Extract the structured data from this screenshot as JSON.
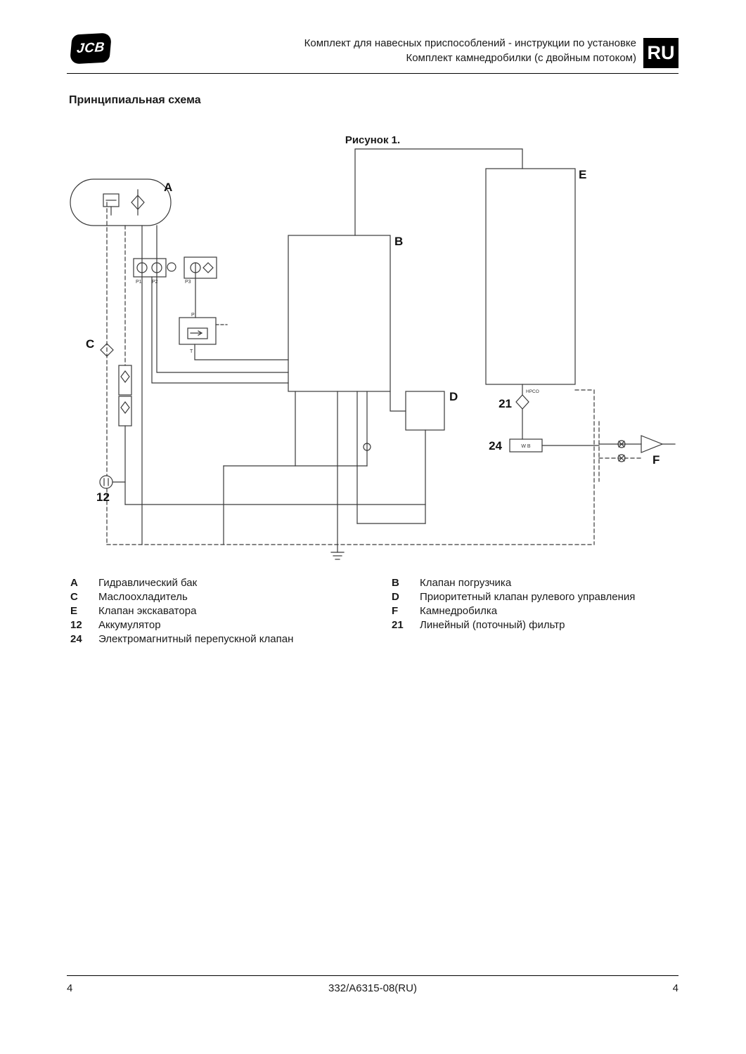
{
  "header": {
    "logo": "JCB",
    "title_line1": "Комплект для навесных приспособлений - инструкции по установке",
    "title_line2": "Комплект камнедробилки (с двойным потоком)",
    "lang_badge": "RU"
  },
  "section_title": "Принципиальная схема",
  "figure": {
    "caption": "Рисунок 1."
  },
  "diagram": {
    "labels": {
      "a": "A",
      "b": "B",
      "c": "C",
      "d": "D",
      "e": "E",
      "f": "F",
      "n12": "12",
      "n21": "21",
      "n24": "24",
      "p1": "P1",
      "p2": "P2",
      "p3": "P3",
      "p": "P",
      "t": "T",
      "hpco": "HPCO",
      "valve24": "W B"
    }
  },
  "legend": {
    "left": [
      {
        "key": "A",
        "label": "Гидравлический бак"
      },
      {
        "key": "C",
        "label": "Маслоохладитель"
      },
      {
        "key": "E",
        "label": "Клапан экскаватора"
      },
      {
        "key": "12",
        "label": "Аккумулятор"
      },
      {
        "key": "24",
        "label": "Электромагнитный перепускной клапан"
      }
    ],
    "right": [
      {
        "key": "B",
        "label": "Клапан погрузчика"
      },
      {
        "key": "D",
        "label": "Приоритетный клапан рулевого управления"
      },
      {
        "key": "F",
        "label": "Камнедробилка"
      },
      {
        "key": "21",
        "label": "Линейный (поточный) фильтр"
      }
    ]
  },
  "footer": {
    "page_left": "4",
    "doc_number": "332/A6315-08(RU)",
    "page_right": "4"
  }
}
